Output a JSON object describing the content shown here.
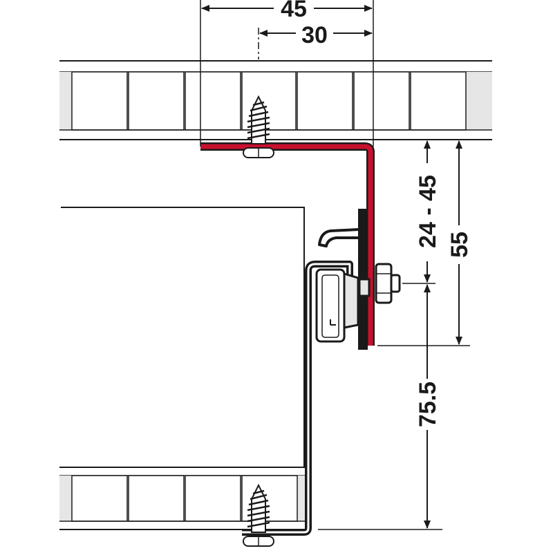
{
  "dimensions": {
    "overall_width": "45",
    "screw_offset": "30",
    "adjust_range": "24 - 45",
    "bracket_height": "55",
    "lower_height": "75.5"
  },
  "colors": {
    "bracket": "#c8102e",
    "line": "#1a1a1a",
    "panel_fill": "#e6e6e6",
    "background": "#ffffff"
  },
  "icons": [
    "wood-screw-icon",
    "bolt-nut-icon"
  ]
}
